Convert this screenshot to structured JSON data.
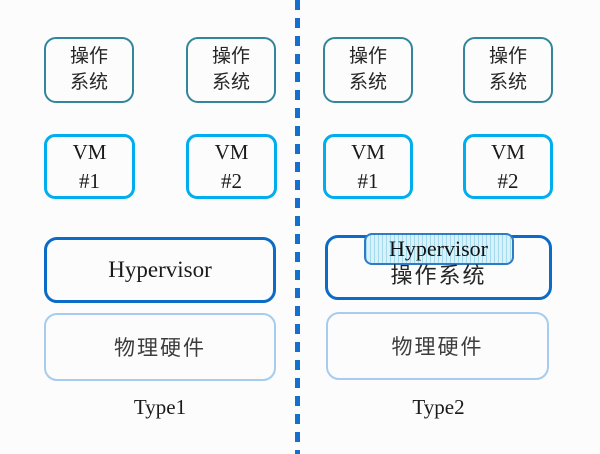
{
  "diagram": {
    "title_implicit": "Hypervisor Type1 vs Type2 architecture comparison",
    "colors": {
      "background": "#FCFCFC",
      "divider_blue": "#1470CC",
      "os_box_border_teal": "#31859C",
      "vm_box_border_cyan": "#00AEEF",
      "hypervisor_border_blue": "#0B6CC7",
      "hardware_border_lightblue": "#A6CCEE",
      "hypervisor_inner_border": "#2E7BC6",
      "hypervisor_inner_fill_base": "#D9F2FA",
      "hypervisor_inner_fill_stripe": "#A4DAEC"
    },
    "type1": {
      "os_boxes": [
        {
          "line1": "操作",
          "line2": "系统"
        },
        {
          "line1": "操作",
          "line2": "系统"
        }
      ],
      "vm_boxes": [
        {
          "line1": "VM",
          "line2": "#1"
        },
        {
          "line1": "VM",
          "line2": "#2"
        }
      ],
      "hypervisor_label": "Hypervisor",
      "hardware_label": "物理硬件",
      "caption": "Type1"
    },
    "type2": {
      "os_boxes": [
        {
          "line1": "操作",
          "line2": "系统"
        },
        {
          "line1": "操作",
          "line2": "系统"
        }
      ],
      "vm_boxes": [
        {
          "line1": "VM",
          "line2": "#1"
        },
        {
          "line1": "VM",
          "line2": "#2"
        }
      ],
      "hypervisor_label": "Hypervisor",
      "host_os_label": "操作系统",
      "hardware_label": "物理硬件",
      "caption": "Type2"
    }
  }
}
